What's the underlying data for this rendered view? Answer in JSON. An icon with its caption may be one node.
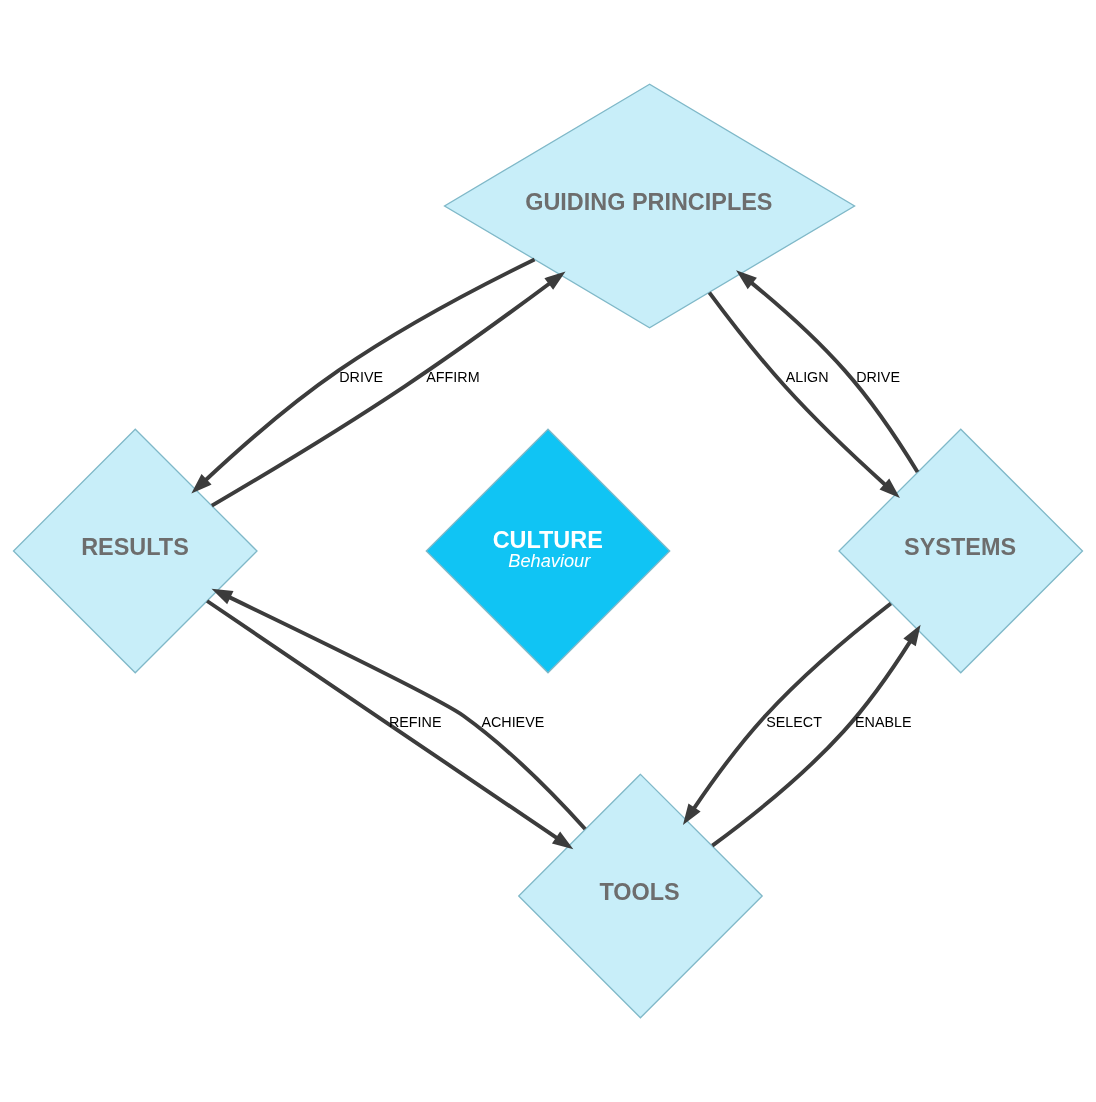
{
  "diagram": {
    "nodes": [
      {
        "text": [
          "GUIDING PRINCIPLES"
        ]
      },
      {
        "text": [
          "RESULTS"
        ]
      },
      {
        "text": [
          "CULTURE",
          "Behaviour"
        ]
      },
      {
        "text": [
          "SYSTEMS"
        ]
      },
      {
        "text": [
          "TOOLS"
        ]
      }
    ],
    "edges": [
      {
        "from": 1,
        "to": 0,
        "arrow": "to",
        "label": "AFFIRM"
      },
      {
        "from": 0,
        "to": 1,
        "arrow": "to",
        "label": "DRIVE"
      },
      {
        "from": 0,
        "to": 3,
        "arrow": "to",
        "label": "ALIGN"
      },
      {
        "from": 3,
        "to": 0,
        "arrow": "to",
        "label": "DRIVE"
      },
      {
        "from": 1,
        "to": 4,
        "arrow": "to",
        "label": "REFINE"
      },
      {
        "from": 4,
        "to": 1,
        "arrow": "to",
        "label": "ACHIEVE"
      },
      {
        "from": 4,
        "to": 3,
        "arrow": "to",
        "label": "ENABLE"
      },
      {
        "from": 3,
        "to": 4,
        "arrow": "to",
        "label": "SELECT"
      }
    ]
  }
}
